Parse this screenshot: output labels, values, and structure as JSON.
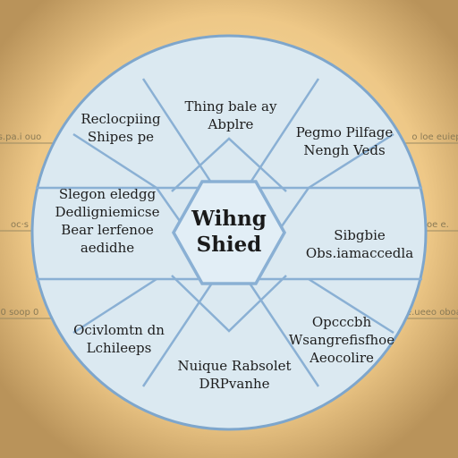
{
  "colors": {
    "background_outer": "#b9935a",
    "background_inner": "#f6d8a0",
    "circle_fill": "#dbe9f1",
    "circle_stroke": "#7ea6cc",
    "hexagon_stroke": "#8ab0d4",
    "center_hex_fill": "#e2eef6",
    "segment_text": "#1d1d1d"
  },
  "diagram": {
    "center": {
      "line1": "Wihng",
      "line2": "Shied"
    },
    "segments": [
      {
        "id": "top",
        "lines": [
          "Thing bale ay",
          "Abplre"
        ]
      },
      {
        "id": "top-right",
        "lines": [
          "Pegmo Pilfage",
          "Nengh Veds"
        ]
      },
      {
        "id": "right",
        "lines": [
          "Sibgbie",
          "Obs.iamaccedla"
        ]
      },
      {
        "id": "bottom-right",
        "lines": [
          "Opcccbh",
          "Wsangrefisfhoe",
          "Aeocolire"
        ]
      },
      {
        "id": "bottom",
        "lines": [
          "Nuique Rabsolet",
          "DRPvanhe"
        ]
      },
      {
        "id": "bottom-left",
        "lines": [
          "Ocivlomtn dn",
          "Lchileeps"
        ]
      },
      {
        "id": "left",
        "lines": [
          "Slegon eledgg",
          "Dedligniemicse",
          "Bear lerfenoe",
          "aedidhe"
        ]
      },
      {
        "id": "top-left",
        "lines": [
          "Reclocpiing",
          "Shipes pe"
        ]
      }
    ],
    "side_labels": {
      "left": [
        "s.pa.i ouo",
        "oc·s",
        "0 soop 0"
      ],
      "right": [
        "o loe euiep",
        "loe e.",
        "e.ueeo oboae"
      ]
    }
  }
}
